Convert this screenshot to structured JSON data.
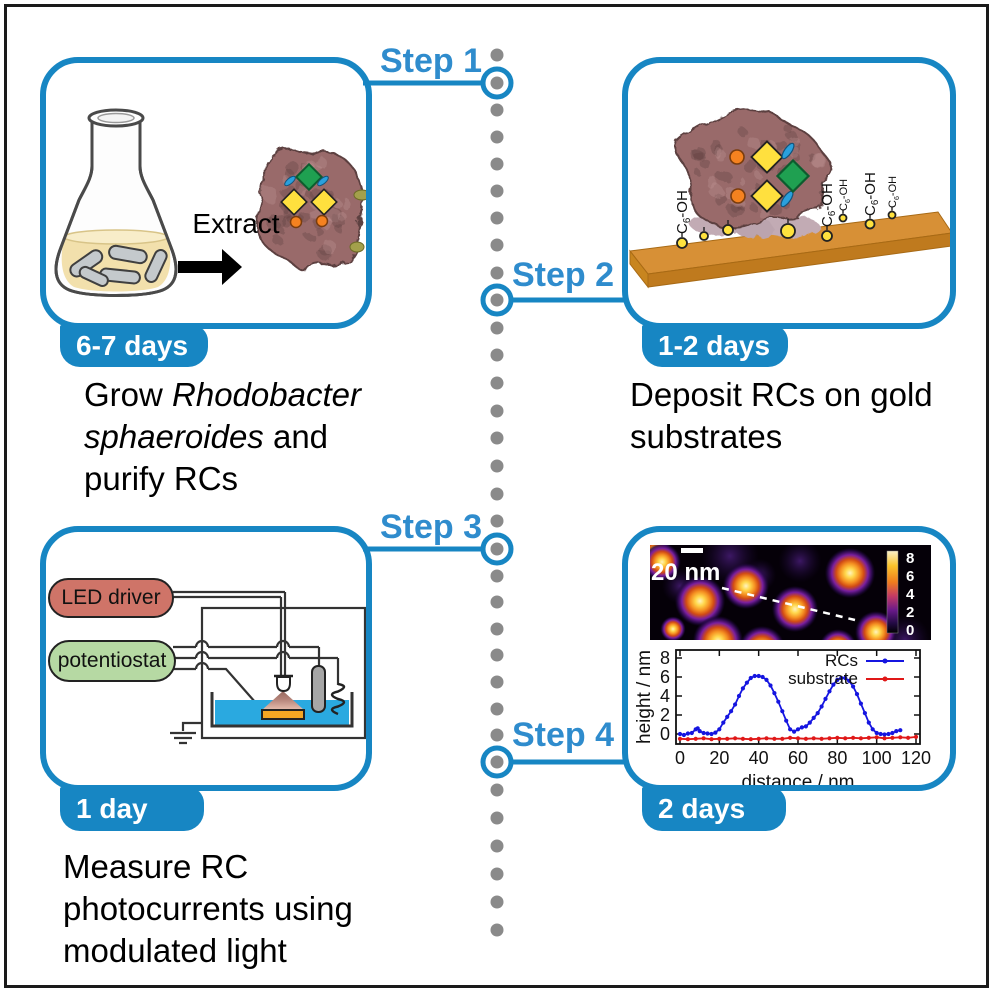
{
  "palette": {
    "accent_blue": "#1786c3",
    "step_label_blue": "#2f8ccd",
    "dot_gray": "#8a8a8a",
    "water_blue": "#2aa9e0",
    "gold_top": "#d79036",
    "gold_front": "#bf7a1e",
    "electrode_gold": "#f5a623",
    "led_pill": "#cf7468",
    "potentiostat_pill": "#b6d9a3",
    "protein_body": "#996b6b"
  },
  "timeline": {
    "steps": [
      {
        "label": "Step 1"
      },
      {
        "label": "Step 2"
      },
      {
        "label": "Step 3"
      },
      {
        "label": "Step 4"
      }
    ]
  },
  "panels": [
    {
      "id": "step1",
      "badge": "6-7 days",
      "extract_label": "Extract",
      "caption_lines": [
        {
          "segments": [
            {
              "text": "Grow ",
              "italic": false
            },
            {
              "text": "Rhodobacter",
              "italic": true
            }
          ]
        },
        {
          "segments": [
            {
              "text": "sphaeroides",
              "italic": true
            },
            {
              "text": " and",
              "italic": false
            }
          ]
        },
        {
          "segments": [
            {
              "text": "purify RCs",
              "italic": false
            }
          ]
        }
      ]
    },
    {
      "id": "step2",
      "badge": "1-2 days",
      "thiol_label": {
        "pre": "C",
        "sub": "6",
        "post": "-OH"
      },
      "caption_lines": [
        {
          "segments": [
            {
              "text": "Deposit RCs on gold",
              "italic": false
            }
          ]
        },
        {
          "segments": [
            {
              "text": "substrates",
              "italic": false
            }
          ]
        }
      ]
    },
    {
      "id": "step3",
      "badge": "1 day",
      "led_label": "LED driver",
      "potentiostat_label": "potentiostat",
      "caption_lines": [
        {
          "segments": [
            {
              "text": "Measure RC",
              "italic": false
            }
          ]
        },
        {
          "segments": [
            {
              "text": "photocurrents using",
              "italic": false
            }
          ]
        },
        {
          "segments": [
            {
              "text": "modulated light",
              "italic": false
            }
          ]
        }
      ]
    },
    {
      "id": "step4",
      "badge": "2 days",
      "afm": {
        "scalebar_label": "20 nm",
        "colorbar_ticks": [
          8,
          6,
          4,
          2,
          0
        ]
      },
      "chart_data": {
        "type": "line",
        "title": "",
        "xlabel": "distance / nm",
        "ylabel": "height / nm",
        "xlim": [
          0,
          120
        ],
        "ylim": [
          -1,
          9
        ],
        "xticks": [
          0,
          20,
          40,
          60,
          80,
          100,
          120
        ],
        "yticks": [
          0,
          2,
          4,
          6,
          8
        ],
        "legend_position": "top-right",
        "grid": false,
        "series": [
          {
            "name": "RCs",
            "color": "#1515e0",
            "x": [
              0,
              2,
              4,
              6,
              8,
              9,
              10,
              12,
              14,
              16,
              18,
              20,
              22,
              24,
              26,
              28,
              30,
              32,
              34,
              36,
              38,
              40,
              42,
              44,
              46,
              48,
              50,
              52,
              54,
              56,
              58,
              60,
              62,
              64,
              66,
              68,
              70,
              72,
              74,
              76,
              78,
              80,
              82,
              84,
              86,
              88,
              90,
              92,
              94,
              96,
              98,
              100,
              102,
              104,
              106,
              108,
              110,
              112
            ],
            "y": [
              0,
              -0.1,
              0.05,
              0.1,
              0.5,
              0.6,
              0.3,
              0.1,
              0.05,
              0,
              0.15,
              0.5,
              1.2,
              1.8,
              2.4,
              3.1,
              4.0,
              4.8,
              5.4,
              5.9,
              6.1,
              6.1,
              6.0,
              5.7,
              5.1,
              4.3,
              3.4,
              2.4,
              1.4,
              0.5,
              0.25,
              0.5,
              0.7,
              0.8,
              1.2,
              1.7,
              2.2,
              2.9,
              3.7,
              4.5,
              5.2,
              5.7,
              5.9,
              5.9,
              5.6,
              5.0,
              4.2,
              3.2,
              2.2,
              1.2,
              0.5,
              0.1,
              0,
              -0.05,
              0,
              0.1,
              0.3,
              0.4
            ]
          },
          {
            "name": "substrate",
            "color": "#e01818",
            "x": [
              0,
              4,
              8,
              12,
              16,
              20,
              24,
              28,
              32,
              36,
              40,
              44,
              48,
              52,
              56,
              60,
              64,
              68,
              72,
              76,
              80,
              84,
              88,
              92,
              96,
              100,
              104,
              108,
              112,
              116,
              120
            ],
            "y": [
              -0.5,
              -0.55,
              -0.5,
              -0.45,
              -0.55,
              -0.5,
              -0.5,
              -0.45,
              -0.5,
              -0.55,
              -0.5,
              -0.45,
              -0.5,
              -0.5,
              -0.4,
              -0.45,
              -0.5,
              -0.45,
              -0.5,
              -0.45,
              -0.4,
              -0.45,
              -0.4,
              -0.45,
              -0.4,
              -0.35,
              -0.45,
              -0.4,
              -0.35,
              -0.4,
              -0.3
            ]
          }
        ]
      }
    }
  ]
}
